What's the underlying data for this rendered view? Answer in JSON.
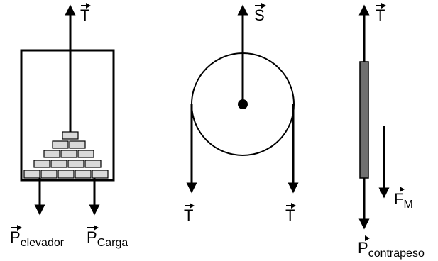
{
  "labels": {
    "elevator_tension": "T",
    "elevator_weight_main": "P",
    "elevator_weight_sub": "elevador",
    "cargo_weight_main": "P",
    "cargo_weight_sub": "Carga",
    "pulley_support": "S",
    "pulley_tension_left": "T",
    "pulley_tension_right": "T",
    "counterweight_tension": "T",
    "motor_force_main": "F",
    "motor_force_sub": "M",
    "counterweight_weight_main": "P",
    "counterweight_weight_sub": "contrapeso"
  },
  "colors": {
    "line": "#000000",
    "brick_fill": "#d9d9d9",
    "counterweight_fill": "#707070"
  }
}
